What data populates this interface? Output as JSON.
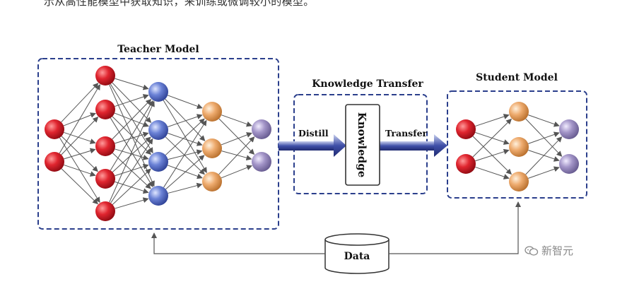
{
  "header_text": "示从高性能模型中获取知识，来训练或微调较小的模型。",
  "diagram": {
    "teacher_title": "Teacher Model",
    "transfer_title": "Knowledge Transfer",
    "student_title": "Student Model",
    "distill_label": "Distill",
    "knowledge_label": "Knowledge",
    "transfer_label": "Transfer",
    "data_label": "Data",
    "colors": {
      "box_border": "#2b3f8c",
      "red_node": "#d81e2a",
      "blue_node": "#5b73c9",
      "orange_node": "#e8a66c",
      "purple_node": "#9a88c0",
      "arrow": "#3f4fa8"
    }
  },
  "watermark": {
    "icon": "wechat-icon",
    "text": "新智元"
  }
}
